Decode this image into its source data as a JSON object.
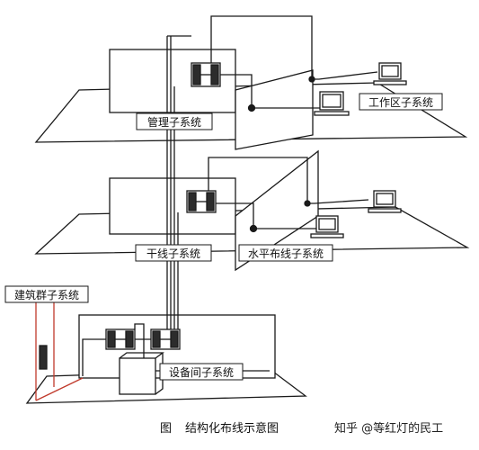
{
  "labels": {
    "management_subsystem": "管理子系统",
    "work_area_subsystem": "工作区子系统",
    "backbone_subsystem": "干线子系统",
    "horizontal_subsystem": "水平布线子系统",
    "campus_subsystem": "建筑群子系统",
    "equipment_room_subsystem": "设备间子系统"
  },
  "caption": {
    "prefix": "图",
    "title": "结构化布线示意图"
  },
  "watermark": "知乎 @等红灯的民工",
  "colors": {
    "line": "#1a1a1a",
    "campus_line": "#c0392b",
    "background": "#ffffff"
  }
}
